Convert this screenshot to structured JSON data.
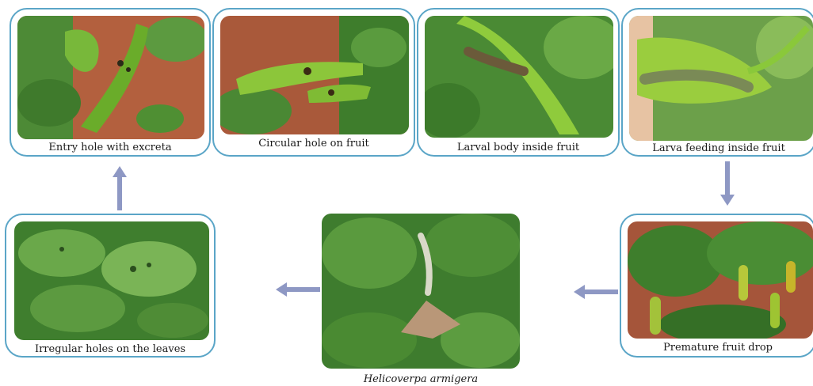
{
  "stages": [
    {
      "label": "Entry hole with excreta"
    },
    {
      "label": "Circular hole on fruit"
    },
    {
      "label": "Larval body inside fruit"
    },
    {
      "label": "Larva feeding inside fruit"
    },
    {
      "label": "Premature fruit drop"
    },
    {
      "label": "Irregular holes on the leaves"
    }
  ],
  "center": {
    "label": "Helicoverpa armigera"
  },
  "colors": {
    "border": "#5aa5c7",
    "arrow": "#8e98c4",
    "leaf": "#3f8a2c",
    "fruit": "#7fbf2a",
    "soil": "#a4573a"
  }
}
